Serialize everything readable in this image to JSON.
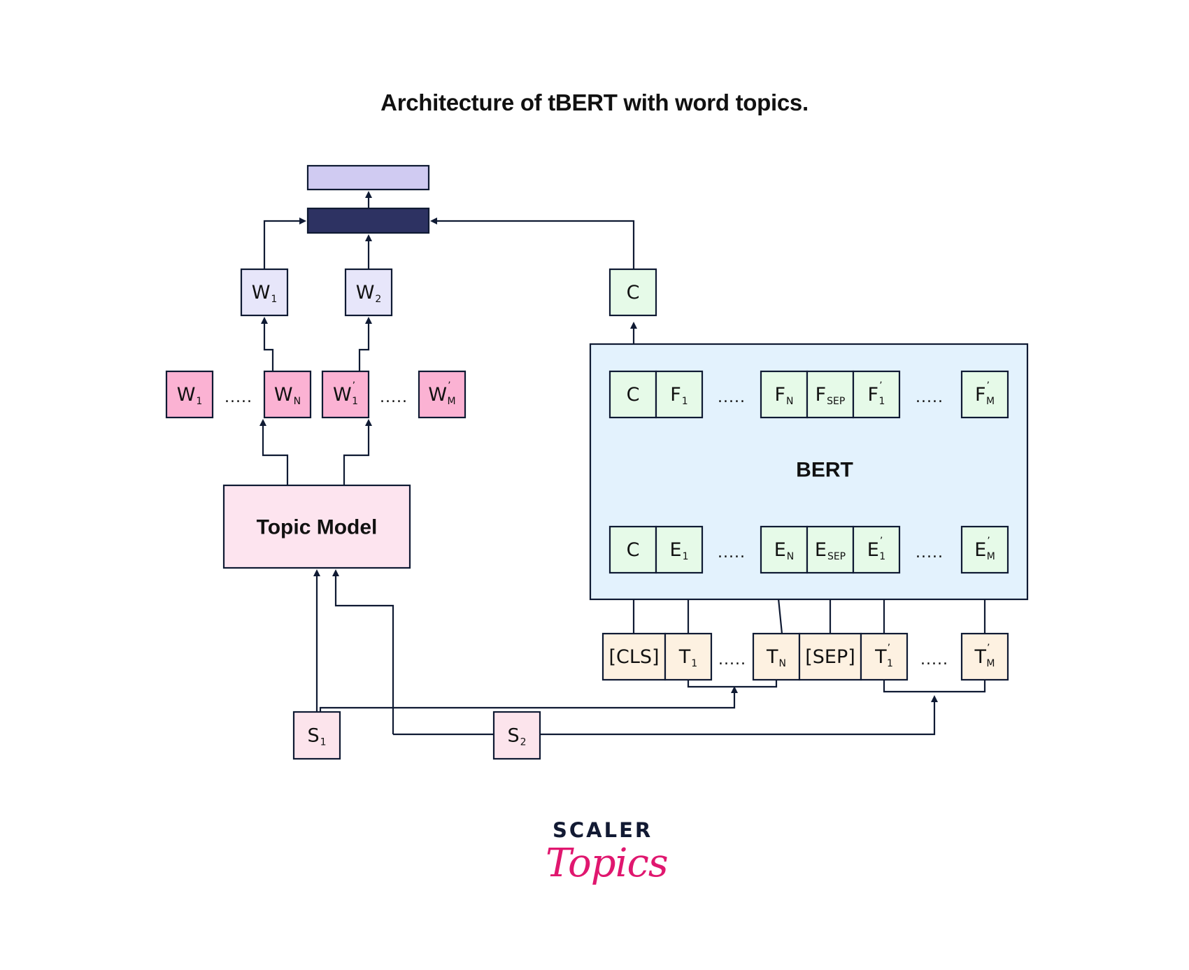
{
  "title": "Architecture of tBERT with word topics.",
  "colors": {
    "output_layer": "#d0cbf2",
    "combine_layer": "#2d3262",
    "word_topic_avg": "#e7e6fa",
    "word_topic": "#fbb2d3",
    "topic_model": "#fde4ef",
    "bert_box": "#e3f2fd",
    "bert_cell": "#e6fae8",
    "token": "#fdf1e1",
    "sentence": "#fce4ec",
    "stroke": "#0f1a33",
    "brand_dark": "#121a33",
    "brand_pink": "#e0176f"
  },
  "nodes": {
    "output_layer": {
      "label": ""
    },
    "combine_layer": {
      "label": ""
    },
    "w1_avg": {
      "base": "W",
      "sub": "1",
      "prime": false
    },
    "w2_avg": {
      "base": "W",
      "sub": "2",
      "prime": false
    },
    "c_out": {
      "base": "C",
      "sub": "",
      "prime": false
    },
    "topic_model": {
      "label": "Topic Model"
    },
    "bert": {
      "label": "BERT"
    },
    "s1": {
      "base": "S",
      "sub": "1",
      "prime": false
    },
    "s2": {
      "base": "S",
      "sub": "2",
      "prime": false
    }
  },
  "word_topics": [
    {
      "base": "W",
      "sub": "1",
      "prime": false
    },
    {
      "base": "W",
      "sub": "N",
      "prime": false
    },
    {
      "base": "W",
      "sub": "1",
      "prime": true
    },
    {
      "base": "W",
      "sub": "M",
      "prime": true
    }
  ],
  "bert_output_row": [
    {
      "base": "C",
      "sub": "",
      "prime": false
    },
    {
      "base": "F",
      "sub": "1",
      "prime": false
    },
    {
      "base": "F",
      "sub": "N",
      "prime": false
    },
    {
      "base": "F",
      "sub": "SEP",
      "prime": false
    },
    {
      "base": "F",
      "sub": "1",
      "prime": true
    },
    {
      "base": "F",
      "sub": "M",
      "prime": true
    }
  ],
  "bert_embedding_row": [
    {
      "base": "C",
      "sub": "",
      "prime": false
    },
    {
      "base": "E",
      "sub": "1",
      "prime": false
    },
    {
      "base": "E",
      "sub": "N",
      "prime": false
    },
    {
      "base": "E",
      "sub": "SEP",
      "prime": false
    },
    {
      "base": "E",
      "sub": "1",
      "prime": true
    },
    {
      "base": "E",
      "sub": "M",
      "prime": true
    }
  ],
  "token_row": [
    {
      "base": "[CLS]",
      "sub": "",
      "prime": false
    },
    {
      "base": "T",
      "sub": "1",
      "prime": false
    },
    {
      "base": "T",
      "sub": "N",
      "prime": false
    },
    {
      "base": "[SEP]",
      "sub": "",
      "prime": false
    },
    {
      "base": "T",
      "sub": "1",
      "prime": true
    },
    {
      "base": "T",
      "sub": "M",
      "prime": true
    }
  ],
  "ellipsis": ".....",
  "logo": {
    "line1": "SCALER",
    "line2": "Topics"
  }
}
